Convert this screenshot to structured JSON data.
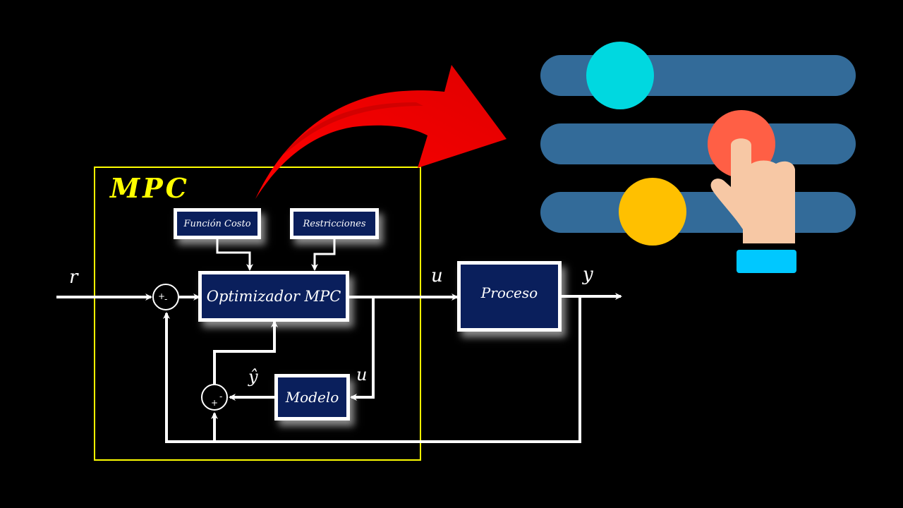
{
  "diagram": {
    "frame_label": "MPC",
    "blocks": {
      "cost_function": "Función Costo",
      "constraints": "Restricciones",
      "optimizer": "Optimizador MPC",
      "model": "Modelo",
      "process": "Proceso"
    },
    "signals": {
      "reference": "r",
      "control_top": "u",
      "control_model": "u",
      "output": "y",
      "estimated_output": "ŷ"
    },
    "sum_junction_1": {
      "plus": "+",
      "minus": "-"
    },
    "sum_junction_2": {
      "plus": "+",
      "minus": "-"
    }
  },
  "colors": {
    "frame": "#ffff00",
    "block_fill": "#0a1f5c",
    "arrow_red": "#ff0000",
    "slider_track": "#336b99",
    "knob_1": "#00d8e0",
    "knob_2": "#ff5f45",
    "knob_3": "#ffc000",
    "hand": "#f7c8a5",
    "cuff": "#00c8ff"
  },
  "tuning_icon": {
    "sliders": [
      {
        "name": "slider-1",
        "value_fraction": 0.25
      },
      {
        "name": "slider-2",
        "value_fraction": 0.6
      },
      {
        "name": "slider-3",
        "value_fraction": 0.35
      }
    ]
  }
}
